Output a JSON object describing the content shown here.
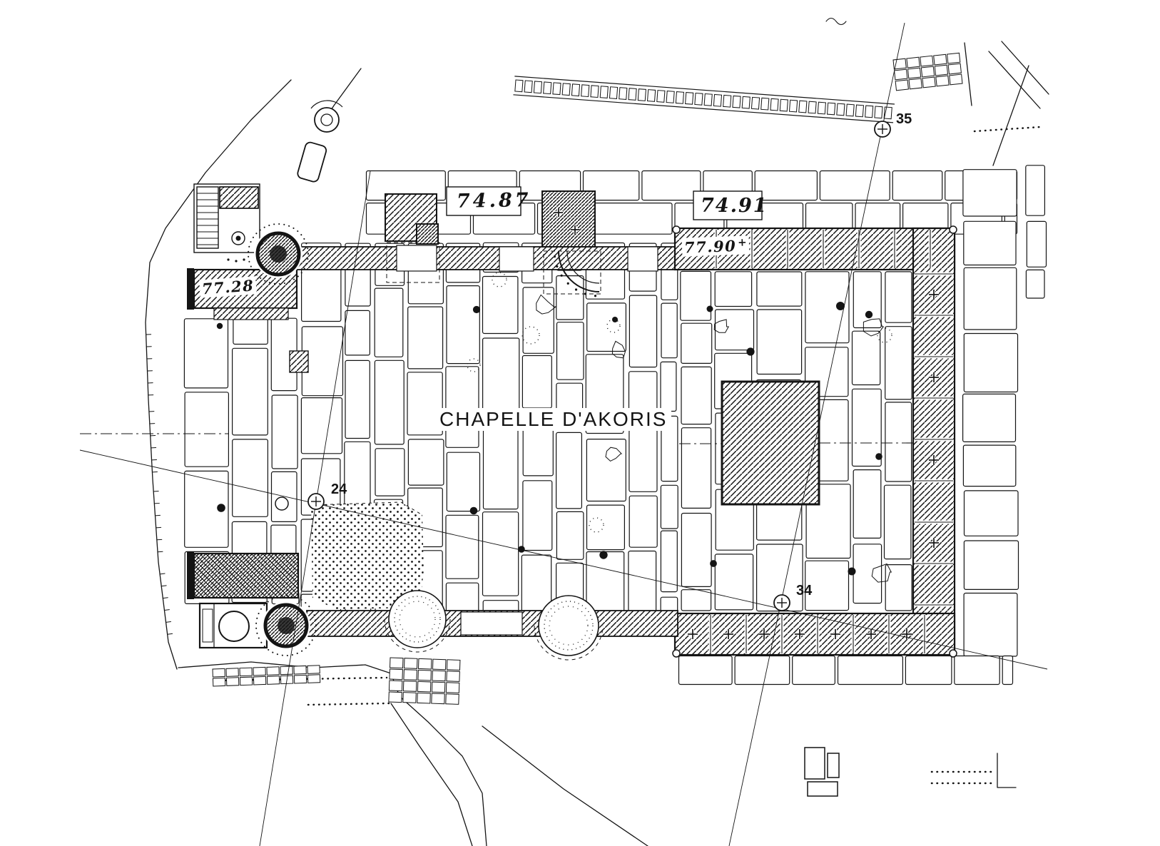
{
  "colors": {
    "ink": "#141414",
    "paper": "#ffffff"
  },
  "labels": {
    "title": "CHAPELLE D'AKORIS",
    "elev_a": "74.87",
    "elev_b": "74.91",
    "elev_c": "77.90",
    "elev_d": "77.28",
    "point_24": "24",
    "point_34": "34",
    "point_35": "35",
    "benchmark_cross": "+"
  },
  "drawing": {
    "type": "archaeological-site-plan",
    "subject": "chapel excavation plan with stone paving, hatched walls and survey points",
    "survey_points": [
      "24",
      "34",
      "35"
    ],
    "elevation_marks": [
      "74.87",
      "74.91",
      "77.90",
      "77.28"
    ]
  }
}
